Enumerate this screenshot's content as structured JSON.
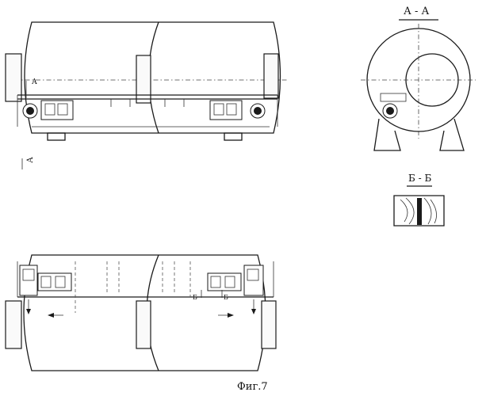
{
  "figure": {
    "caption": "Фиг.7",
    "section_aa": "А - А",
    "section_bb": "Б - Б",
    "marker_a_top": "А",
    "marker_a_bottom": "А",
    "marker_b_left": "Б",
    "marker_b_right": "Б"
  },
  "colors": {
    "ink": "#1a1a1a",
    "paper": "#ffffff"
  }
}
